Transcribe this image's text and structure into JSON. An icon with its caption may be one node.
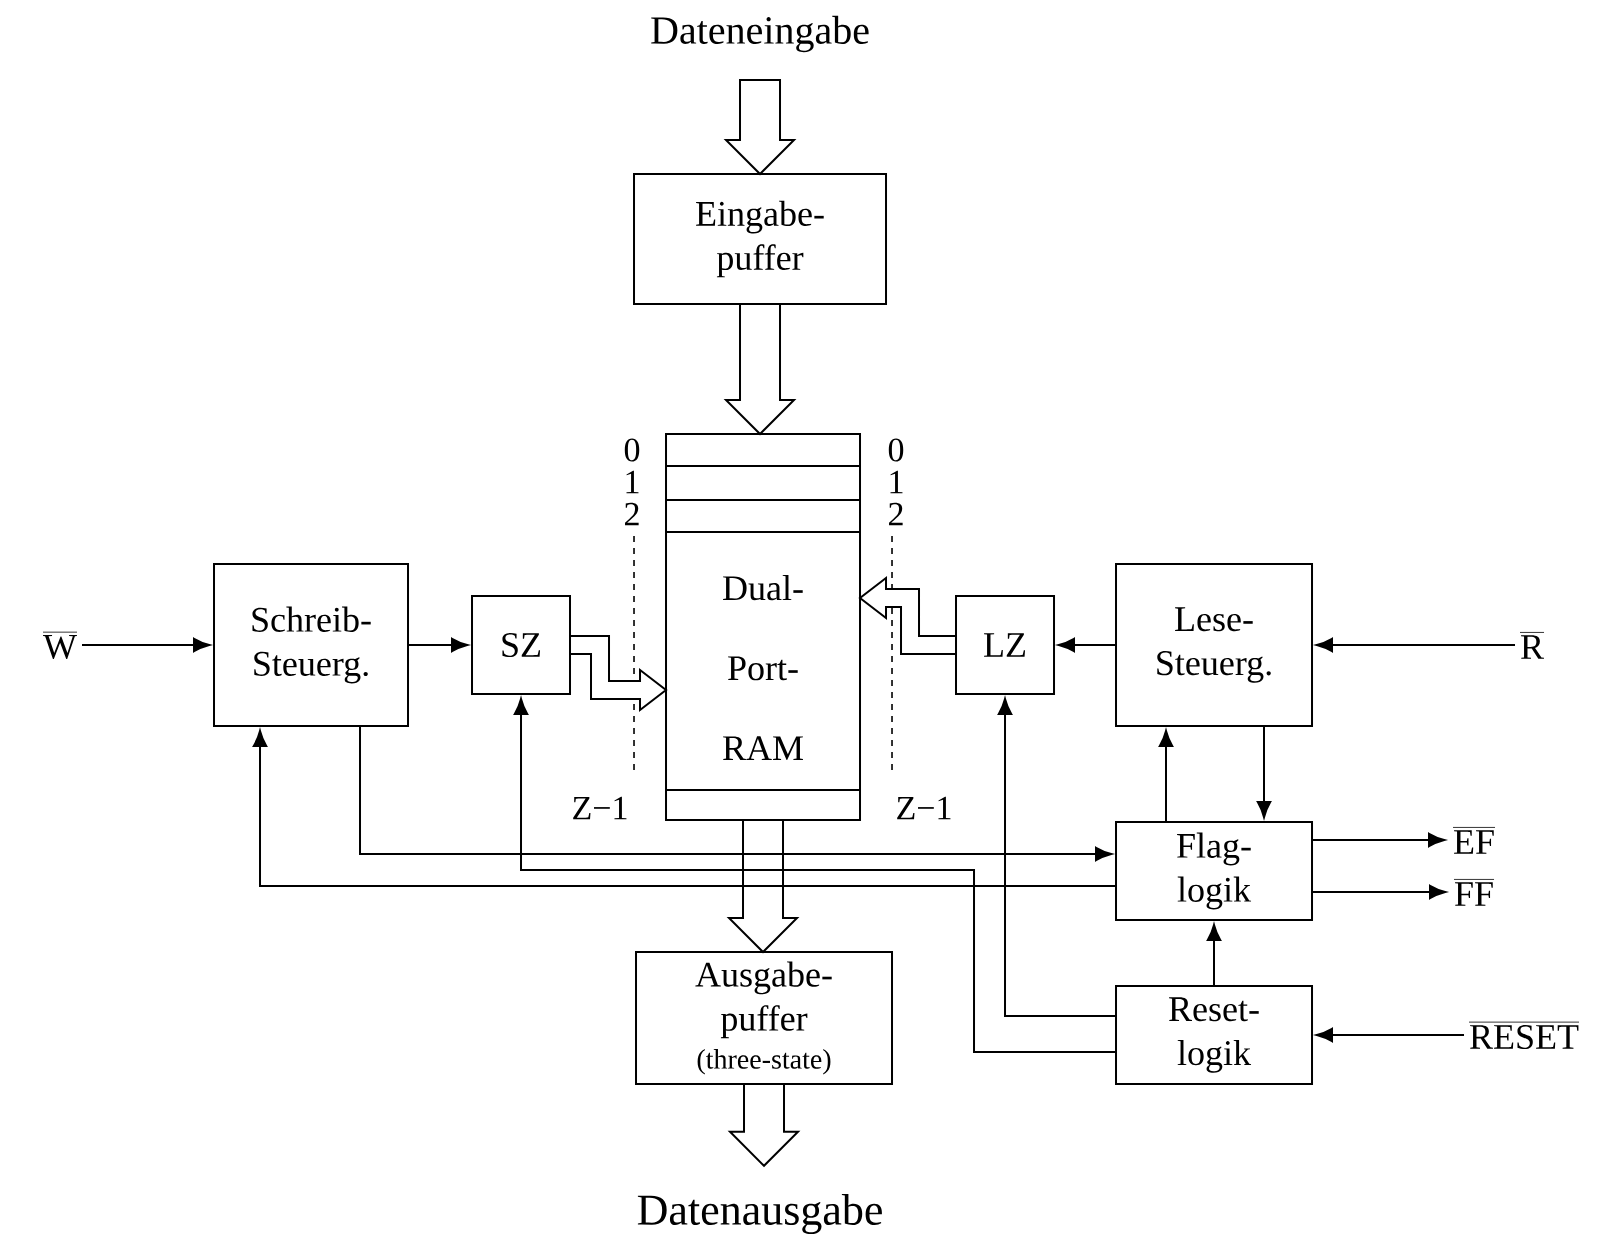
{
  "diagram": {
    "nodes": [
      {
        "text": [
          "Dateneingabe"
        ]
      },
      {
        "text": [
          "Eingabe- puffer"
        ]
      },
      {
        "text": [
          "Dual- Port- RAM"
        ],
        "beside": [
          "0",
          "0",
          "1",
          "1",
          "2",
          "2",
          "Z−1",
          "Z−1"
        ]
      },
      {
        "text": [
          "W"
        ]
      },
      {
        "text": [
          "Schreib- Steuerg."
        ]
      },
      {
        "text": [
          "SZ"
        ]
      },
      {
        "text": [
          "LZ"
        ]
      },
      {
        "text": [
          "Lese- Steuerg."
        ]
      },
      {
        "text": [
          "R"
        ]
      },
      {
        "text": [
          "Flag- logik"
        ]
      },
      {
        "text": [
          "EF"
        ]
      },
      {
        "text": [
          "FF"
        ]
      },
      {
        "text": [
          "Ausgabe- puffer",
          "(three-state)"
        ]
      },
      {
        "text": [
          "Reset- logik"
        ]
      },
      {
        "text": [
          "RESET"
        ]
      },
      {
        "text": [
          "Datenausgabe"
        ]
      }
    ],
    "edges": [
      {
        "from": 0,
        "to": 1,
        "arrow": "to",
        "style": "thick"
      },
      {
        "from": 1,
        "to": 2,
        "arrow": "to",
        "style": "thick"
      },
      {
        "from": 5,
        "to": 2,
        "arrow": "to",
        "style": "thick"
      },
      {
        "from": 6,
        "to": 2,
        "arrow": "to",
        "style": "thick"
      },
      {
        "from": 2,
        "to": 12,
        "arrow": "to",
        "style": "thick"
      },
      {
        "from": 12,
        "to": 15,
        "arrow": "to",
        "style": "thick"
      },
      {
        "from": 3,
        "to": 4,
        "arrow": "to"
      },
      {
        "from": 4,
        "to": 5,
        "arrow": "to"
      },
      {
        "from": 8,
        "to": 7,
        "arrow": "to"
      },
      {
        "from": 7,
        "to": 6,
        "arrow": "to"
      },
      {
        "from": 7,
        "to": 9,
        "arrow": "to"
      },
      {
        "from": 9,
        "to": 7,
        "arrow": "to"
      },
      {
        "from": 9,
        "to": 10,
        "arrow": "to"
      },
      {
        "from": 9,
        "to": 11,
        "arrow": "to"
      },
      {
        "from": 4,
        "to": 9,
        "arrow": "to"
      },
      {
        "from": 9,
        "to": 4,
        "arrow": "to"
      },
      {
        "from": 13,
        "to": 9,
        "arrow": "to"
      },
      {
        "from": 13,
        "to": 5,
        "arrow": "to"
      },
      {
        "from": 13,
        "to": 6,
        "arrow": "to"
      },
      {
        "from": 14,
        "to": 13,
        "arrow": "to"
      }
    ]
  }
}
